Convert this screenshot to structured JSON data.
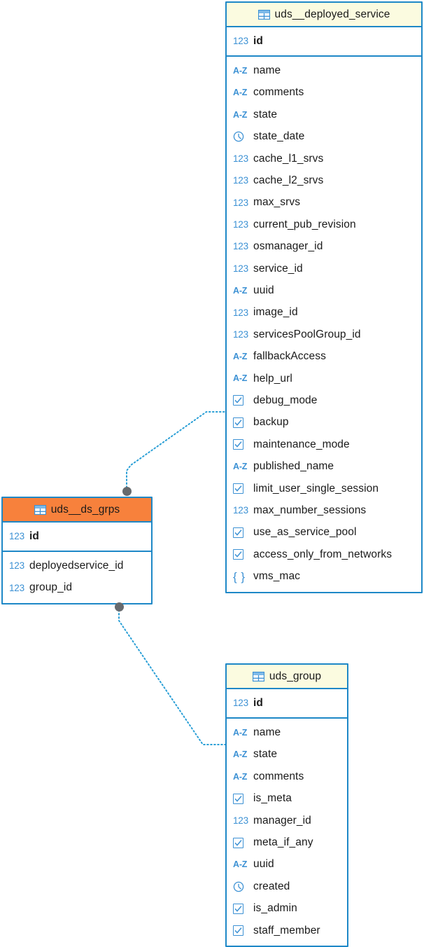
{
  "diagram": {
    "kind": "er-diagram",
    "colors": {
      "entity_border": "#1e88c7",
      "header_fill": "#fbfbe0",
      "selected_header_fill": "#f7813c",
      "type_icon": "#3c91d4",
      "connector": "#2a9fd6",
      "anchor_dot": "#666a6e",
      "text": "#1a1a1a",
      "canvas": "#ffffff"
    },
    "icons": {
      "table": "table-grid-icon",
      "numeric": "123",
      "string": "A-Z",
      "datetime": "clock-icon",
      "boolean": "checkbox-icon",
      "json": "{ }"
    }
  },
  "entities": [
    {
      "id": "uds__deployed_service",
      "name": "uds__deployed_service",
      "selected": false,
      "primary_keys": [
        {
          "name": "id",
          "type": "numeric"
        }
      ],
      "fields": [
        {
          "name": "name",
          "type": "string"
        },
        {
          "name": "comments",
          "type": "string"
        },
        {
          "name": "state",
          "type": "string"
        },
        {
          "name": "state_date",
          "type": "datetime"
        },
        {
          "name": "cache_l1_srvs",
          "type": "numeric"
        },
        {
          "name": "cache_l2_srvs",
          "type": "numeric"
        },
        {
          "name": "max_srvs",
          "type": "numeric"
        },
        {
          "name": "current_pub_revision",
          "type": "numeric"
        },
        {
          "name": "osmanager_id",
          "type": "numeric"
        },
        {
          "name": "service_id",
          "type": "numeric"
        },
        {
          "name": "uuid",
          "type": "string"
        },
        {
          "name": "image_id",
          "type": "numeric"
        },
        {
          "name": "servicesPoolGroup_id",
          "type": "numeric"
        },
        {
          "name": "fallbackAccess",
          "type": "string"
        },
        {
          "name": "help_url",
          "type": "string"
        },
        {
          "name": "debug_mode",
          "type": "boolean"
        },
        {
          "name": "backup",
          "type": "boolean"
        },
        {
          "name": "maintenance_mode",
          "type": "boolean"
        },
        {
          "name": "published_name",
          "type": "string"
        },
        {
          "name": "limit_user_single_session",
          "type": "boolean"
        },
        {
          "name": "max_number_sessions",
          "type": "numeric"
        },
        {
          "name": "use_as_service_pool",
          "type": "boolean"
        },
        {
          "name": "access_only_from_networks",
          "type": "boolean"
        },
        {
          "name": "vms_mac",
          "type": "json"
        }
      ]
    },
    {
      "id": "uds__ds_grps",
      "name": "uds__ds_grps",
      "selected": true,
      "primary_keys": [
        {
          "name": "id",
          "type": "numeric"
        }
      ],
      "fields": [
        {
          "name": "deployedservice_id",
          "type": "numeric"
        },
        {
          "name": "group_id",
          "type": "numeric"
        }
      ]
    },
    {
      "id": "uds_group",
      "name": "uds_group",
      "selected": false,
      "primary_keys": [
        {
          "name": "id",
          "type": "numeric"
        }
      ],
      "fields": [
        {
          "name": "name",
          "type": "string"
        },
        {
          "name": "state",
          "type": "string"
        },
        {
          "name": "comments",
          "type": "string"
        },
        {
          "name": "is_meta",
          "type": "boolean"
        },
        {
          "name": "manager_id",
          "type": "numeric"
        },
        {
          "name": "meta_if_any",
          "type": "boolean"
        },
        {
          "name": "uuid",
          "type": "string"
        },
        {
          "name": "created",
          "type": "datetime"
        },
        {
          "name": "is_admin",
          "type": "boolean"
        },
        {
          "name": "staff_member",
          "type": "boolean"
        }
      ]
    }
  ],
  "relationships": [
    {
      "id": "rel-dsgrps-deployedservice",
      "from": "uds__ds_grps",
      "to": "uds__deployed_service"
    },
    {
      "id": "rel-dsgrps-group",
      "from": "uds__ds_grps",
      "to": "uds_group"
    }
  ]
}
